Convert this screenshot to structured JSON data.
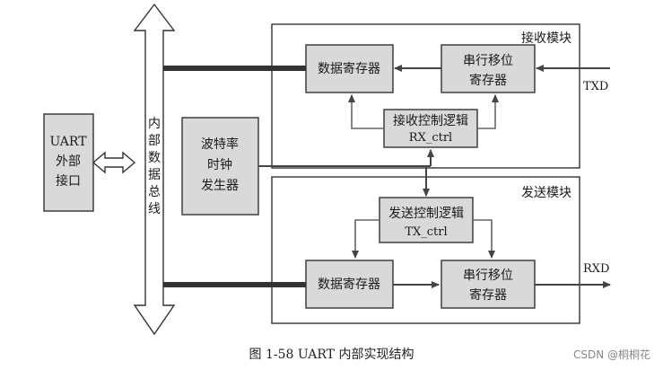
{
  "blocks": {
    "uart_port": [
      "UART",
      "外部",
      "接口"
    ],
    "internal_bus": [
      "内",
      "部",
      "数",
      "据",
      "总",
      "线"
    ],
    "baud_gen": [
      "波特率",
      "时钟",
      "发生器"
    ],
    "rx_module_title": "接收模块",
    "rx_data_reg": "数据寄存器",
    "rx_shift_reg": [
      "串行移位",
      "寄存器"
    ],
    "rx_ctrl": [
      "接收控制逻辑",
      "RX_ctrl"
    ],
    "tx_module_title": "发送模块",
    "tx_ctrl": [
      "发送控制逻辑",
      "TX_ctrl"
    ],
    "tx_data_reg": "数据寄存器",
    "tx_shift_reg": [
      "串行移位",
      "寄存器"
    ]
  },
  "signals": {
    "txd": "TXD",
    "rxd": "RXD"
  },
  "caption": "图 1-58    UART 内部实现结构",
  "watermark": "CSDN @桐桐花"
}
